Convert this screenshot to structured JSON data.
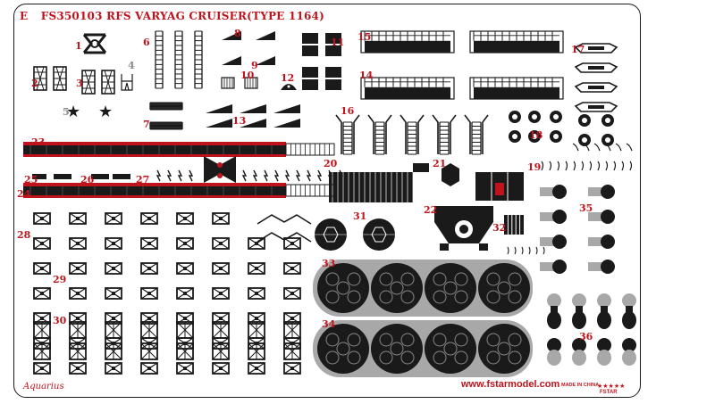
{
  "sheet": {
    "letter": "E",
    "code": "FS350103",
    "name": "RFS VARYAG CRUISER(TYPE 1164)"
  },
  "parts": [
    "1",
    "2",
    "3",
    "4",
    "5",
    "6",
    "7",
    "8",
    "9",
    "10",
    "11",
    "12",
    "13",
    "14",
    "15",
    "16",
    "17",
    "18",
    "19",
    "20",
    "21",
    "22",
    "23",
    "24",
    "25",
    "26",
    "27",
    "28",
    "29",
    "30",
    "31",
    "32",
    "33",
    "34",
    "35",
    "36"
  ],
  "footer": {
    "left": "Aquarius",
    "url": "www.fstarmodel.com",
    "made_in": "MADE IN CHINA",
    "brand": "FSTAR"
  },
  "colors": {
    "label": "#c0141c",
    "part": "#1a1a1a",
    "grey_part": "#a8a8a8"
  }
}
